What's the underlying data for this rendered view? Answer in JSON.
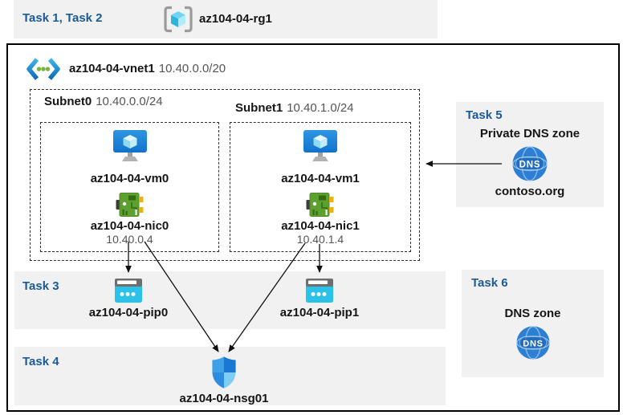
{
  "colors": {
    "panel_bg": "#f1f1f1",
    "task_label": "#1b5a96",
    "text_dark": "#161616",
    "text_muted": "#555555",
    "border_black": "#000000",
    "arrow": "#111111",
    "vm_blue": "#2386d8",
    "nic_green": "#5da02f",
    "pip_cyan": "#2bc2e9",
    "dns_blue": "#2c7fd2"
  },
  "header": {
    "tasks": "Task 1, Task 2",
    "resource_group": "az104-04-rg1"
  },
  "vnet": {
    "name": "az104-04-vnet1",
    "cidr": "10.40.0.0/20"
  },
  "subnets": [
    {
      "name": "Subnet0",
      "cidr": "10.40.0.0/24",
      "vm": "az104-04-vm0",
      "nic": "az104-04-nic0",
      "ip": "10.40.0.4"
    },
    {
      "name": "Subnet1",
      "cidr": "10.40.1.0/24",
      "vm": "az104-04-vm1",
      "nic": "az104-04-nic1",
      "ip": "10.40.1.4"
    }
  ],
  "task3": {
    "label": "Task 3",
    "pip0": "az104-04-pip0",
    "pip1": "az104-04-pip1"
  },
  "task4": {
    "label": "Task 4",
    "nsg": "az104-04-nsg01"
  },
  "task5": {
    "label": "Task 5",
    "title": "Private DNS zone",
    "zone": "contoso.org",
    "dns_icon_text": "DNS"
  },
  "task6": {
    "label": "Task 6",
    "title": "DNS zone",
    "dns_icon_text": "DNS"
  }
}
